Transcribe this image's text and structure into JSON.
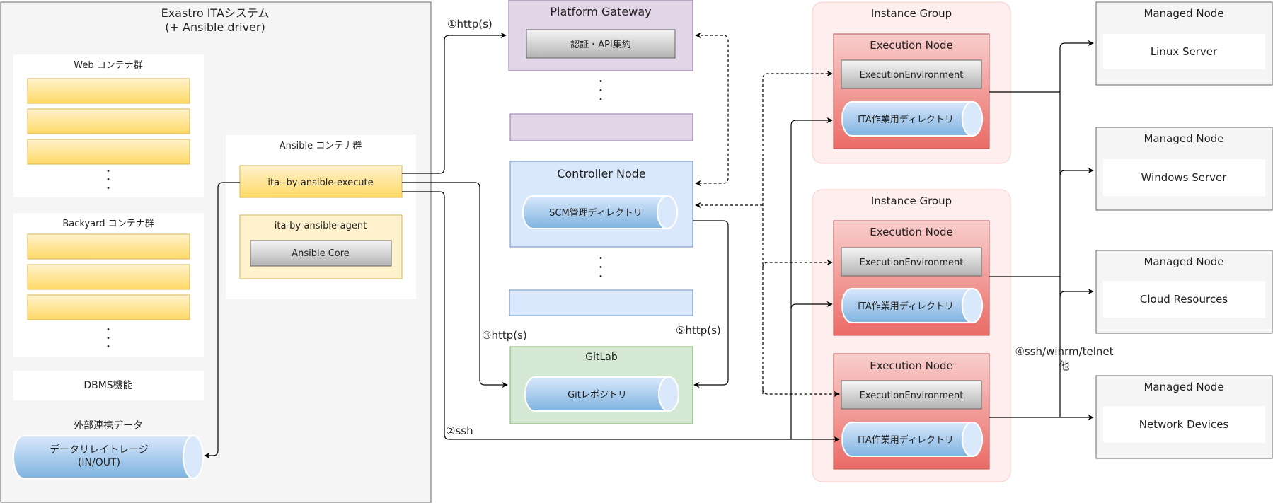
{
  "system": {
    "title_line1": "Exastro ITAシステム",
    "title_line2": "(+ Ansible driver)",
    "web_group_label": "Web コンテナ群",
    "backyard_group_label": "Backyard コンテナ群",
    "dbms_label": "DBMS機能",
    "external_data_label": "外部連携データ",
    "storage_line1": "データリレイトレージ",
    "storage_line2": "(IN/OUT)",
    "ellipsis": "・"
  },
  "ansible_group": {
    "label": "Ansible コンテナ群",
    "execute_label": "ita--by-ansible-execute",
    "agent_label": "ita-by-ansible-agent",
    "core_label": "Ansible Core"
  },
  "platform_gateway": {
    "title": "Platform Gateway",
    "auth_label": "認証・API集約"
  },
  "controller_node": {
    "title": "Controller Node",
    "scm_label": "SCM管理ディレクトリ"
  },
  "gitlab": {
    "title": "GitLab",
    "repo_label": "Gitレポジトリ"
  },
  "instance_groups": [
    {
      "title": "Instance Group",
      "nodes": [
        {
          "title": "Execution Node",
          "env_label": "ExecutionEnvironment",
          "dir_label": "ITA作業用ディレクトリ"
        }
      ]
    },
    {
      "title": "Instance Group",
      "nodes": [
        {
          "title": "Execution Node",
          "env_label": "ExecutionEnvironment",
          "dir_label": "ITA作業用ディレクトリ"
        },
        {
          "title": "Execution Node",
          "env_label": "ExecutionEnvironment",
          "dir_label": "ITA作業用ディレクトリ"
        }
      ]
    }
  ],
  "managed_nodes": [
    {
      "title": "Managed Node",
      "label": "Linux Server"
    },
    {
      "title": "Managed Node",
      "label": "Windows Server"
    },
    {
      "title": "Managed Node",
      "label": "Cloud Resources"
    },
    {
      "title": "Managed Node",
      "label": "Network Devices"
    }
  ],
  "connections": {
    "http1": "①http(s)",
    "ssh2": "②ssh",
    "http3": "③http(s)",
    "ssh4_line1": "④ssh/winrm/telnet",
    "ssh4_line2": "他",
    "http5": "⑤http(s)"
  },
  "colors": {
    "yellow_fill": "#ffd966",
    "purple_fill": "#e1d5e7",
    "blue_fill": "#dae8fc",
    "green_fill": "#d5e8d4",
    "instance_fill": "#ffeeee",
    "exec_fill": "#f8cecc",
    "gray_fill": "#f5f5f5"
  }
}
